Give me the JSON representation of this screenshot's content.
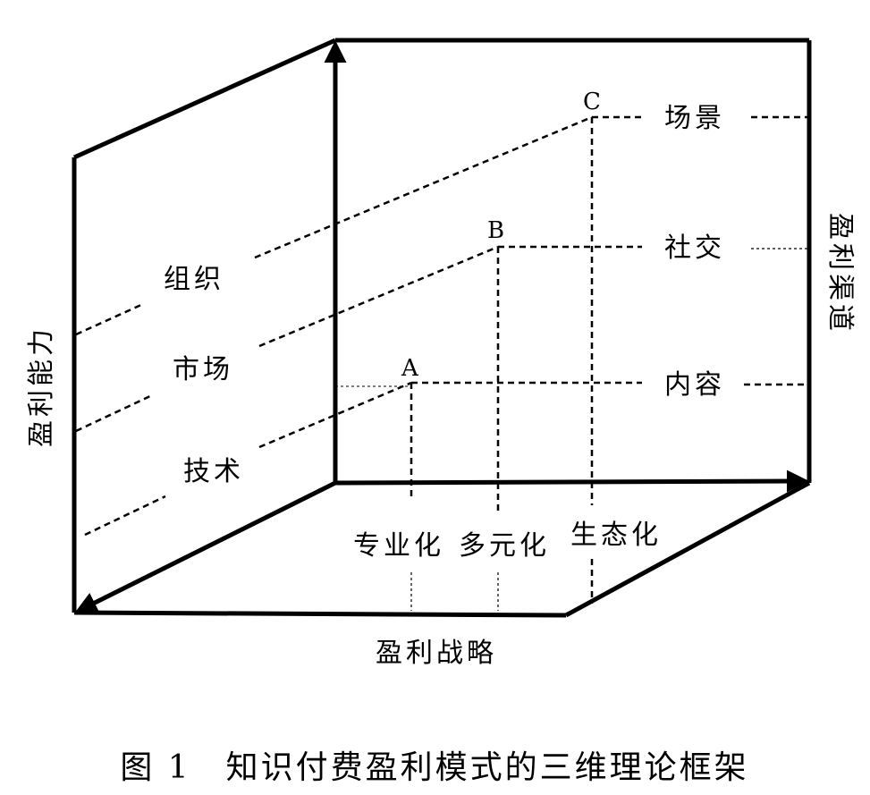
{
  "axes": {
    "capability": "盈利能力",
    "channel": "盈利渠道",
    "strategy": "盈利战略"
  },
  "capability_levels": [
    "技术",
    "市场",
    "组织"
  ],
  "channel_levels": [
    "内容",
    "社交",
    "场景"
  ],
  "strategy_levels": [
    "专业化",
    "多元化",
    "生态化"
  ],
  "points": [
    "A",
    "B",
    "C"
  ],
  "caption": "图 1　知识付费盈利模式的三维理论框架",
  "colors": {
    "line": "#000000"
  }
}
